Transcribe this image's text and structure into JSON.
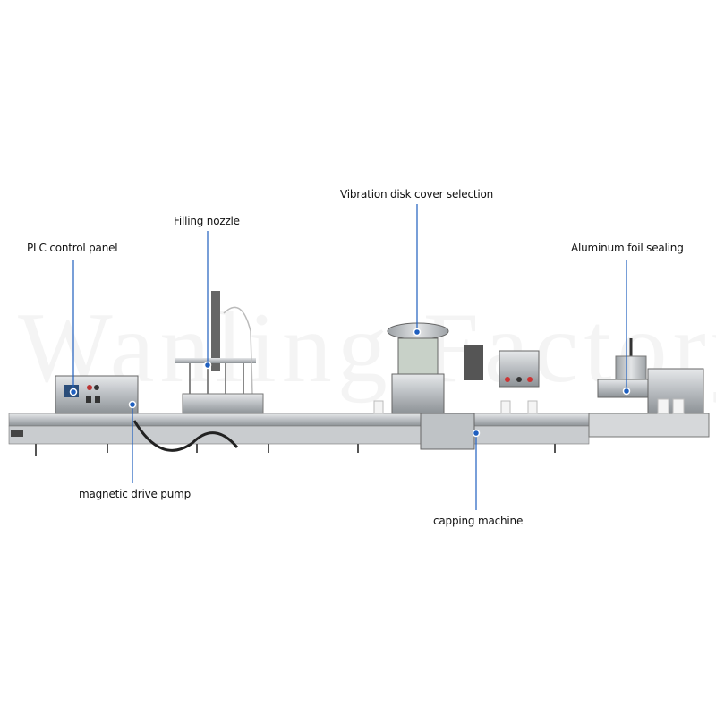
{
  "watermark": "Wanling Factory",
  "accent_color": "#1f5fbf",
  "callouts": [
    {
      "id": "plc",
      "label": "PLC control panel"
    },
    {
      "id": "nozzle",
      "label": "Filling nozzle"
    },
    {
      "id": "vibration",
      "label": "Vibration disk cover selection"
    },
    {
      "id": "foil",
      "label": "Aluminum foil sealing"
    },
    {
      "id": "pump",
      "label": "magnetic drive pump"
    },
    {
      "id": "capping",
      "label": "capping machine"
    }
  ]
}
